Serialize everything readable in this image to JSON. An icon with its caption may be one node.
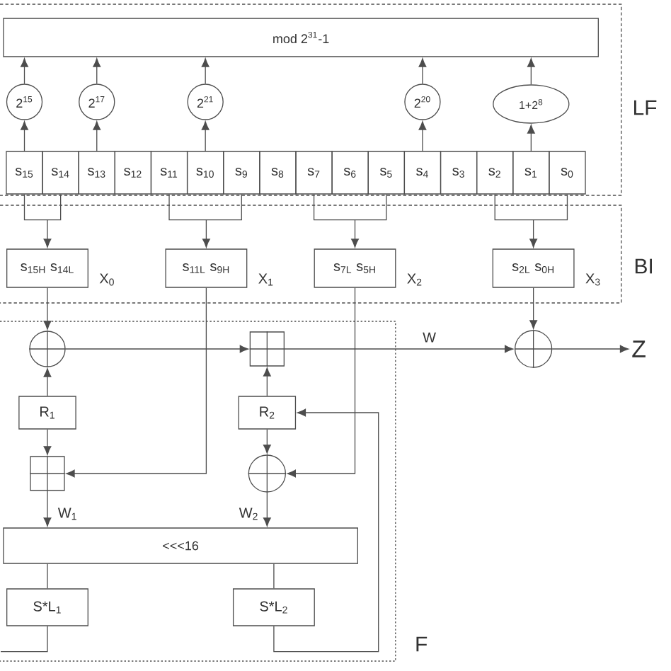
{
  "diagram": {
    "nodes": [
      {
        "text": [
          "LF"
        ]
      },
      {
        "text": [
          "mod 2$^{31}$-1"
        ],
        "in": 0
      },
      {
        "text": [
          "2$^{15}$"
        ],
        "in": 0
      },
      {
        "text": [
          "2$^{17}$"
        ],
        "in": 0
      },
      {
        "text": [
          "2$^{21}$"
        ],
        "in": 0
      },
      {
        "text": [
          "2$^{20}$"
        ],
        "in": 0
      },
      {
        "text": [
          "1+2$^{8}$"
        ],
        "in": 0
      },
      {
        "text": [
          "s$_{15}$"
        ],
        "in": 0
      },
      {
        "text": [
          "s$_{14}$"
        ],
        "in": 0
      },
      {
        "text": [
          "s$_{13}$"
        ],
        "in": 0
      },
      {
        "text": [
          "s$_{12}$"
        ],
        "in": 0
      },
      {
        "text": [
          "s$_{11}$"
        ],
        "in": 0
      },
      {
        "text": [
          "s$_{10}$"
        ],
        "in": 0
      },
      {
        "text": [
          "s$_{9}$"
        ],
        "in": 0
      },
      {
        "text": [
          "s$_{8}$"
        ],
        "in": 0
      },
      {
        "text": [
          "s$_{7}$"
        ],
        "in": 0
      },
      {
        "text": [
          "s$_{6}$"
        ],
        "in": 0
      },
      {
        "text": [
          "s$_{5}$"
        ],
        "in": 0
      },
      {
        "text": [
          "s$_{4}$"
        ],
        "in": 0
      },
      {
        "text": [
          "s$_{3}$"
        ],
        "in": 0
      },
      {
        "text": [
          "s$_{2}$"
        ],
        "in": 0
      },
      {
        "text": [
          "s$_{1}$"
        ],
        "in": 0
      },
      {
        "text": [
          "s$_{0}$"
        ],
        "in": 0
      },
      {
        "text": [
          "BI"
        ]
      },
      {
        "text": [
          "s$_{15H}$ s$_{14L}$"
        ],
        "in": 23,
        "beside": [
          "X$_{0}$"
        ]
      },
      {
        "text": [
          "s$_{11L}$ s$_{9H}$"
        ],
        "in": 23,
        "beside": [
          "X$_{1}$"
        ]
      },
      {
        "text": [
          "s$_{7L}$ s$_{5H}$"
        ],
        "in": 23,
        "beside": [
          "X$_{2}$"
        ]
      },
      {
        "text": [
          "s$_{2L}$ s$_{0H}$"
        ],
        "in": 23,
        "beside": [
          "X$_{3}$"
        ]
      },
      {
        "text": [
          "F"
        ]
      },
      {
        "text": [],
        "shape": "circle",
        "in": 28
      },
      {
        "text": [],
        "shape": "box",
        "in": 28
      },
      {
        "text": [],
        "shape": "circle"
      },
      {
        "text": [
          "Z"
        ]
      },
      {
        "text": [
          "R$_{1}$"
        ],
        "in": 28
      },
      {
        "text": [
          "R$_{2}$"
        ],
        "in": 28
      },
      {
        "text": [],
        "shape": "box",
        "in": 28
      },
      {
        "text": [],
        "shape": "circle",
        "in": 28
      },
      {
        "text": [
          "<<<16"
        ],
        "in": 28
      },
      {
        "text": [
          "S*L$_{1}$"
        ],
        "in": 28
      },
      {
        "text": [
          "S*L$_{2}$"
        ],
        "in": 28
      }
    ],
    "edges": [
      {
        "from": 7,
        "to": 2,
        "arrow": "to"
      },
      {
        "from": 2,
        "to": 1,
        "arrow": "to"
      },
      {
        "from": 9,
        "to": 3,
        "arrow": "to"
      },
      {
        "from": 3,
        "to": 1,
        "arrow": "to"
      },
      {
        "from": 12,
        "to": 4,
        "arrow": "to"
      },
      {
        "from": 4,
        "to": 1,
        "arrow": "to"
      },
      {
        "from": 18,
        "to": 5,
        "arrow": "to"
      },
      {
        "from": 5,
        "to": 1,
        "arrow": "to"
      },
      {
        "from": 21,
        "to": 6,
        "arrow": "to"
      },
      {
        "from": 6,
        "to": 1,
        "arrow": "to"
      },
      {
        "from": 7,
        "to": 24,
        "arrow": "to"
      },
      {
        "from": 8,
        "to": 24,
        "arrow": "to"
      },
      {
        "from": 11,
        "to": 25,
        "arrow": "to"
      },
      {
        "from": 13,
        "to": 25,
        "arrow": "to"
      },
      {
        "from": 15,
        "to": 26,
        "arrow": "to"
      },
      {
        "from": 17,
        "to": 26,
        "arrow": "to"
      },
      {
        "from": 20,
        "to": 27,
        "arrow": "to"
      },
      {
        "from": 22,
        "to": 27,
        "arrow": "to"
      },
      {
        "from": 24,
        "to": 29,
        "arrow": "to"
      },
      {
        "from": 33,
        "to": 29,
        "arrow": "to"
      },
      {
        "from": 29,
        "to": 30,
        "arrow": "to"
      },
      {
        "from": 30,
        "to": 31,
        "arrow": "to",
        "label": "W"
      },
      {
        "from": 27,
        "to": 31,
        "arrow": "to"
      },
      {
        "from": 31,
        "to": 32,
        "arrow": "to"
      },
      {
        "from": 34,
        "to": 30,
        "arrow": "to"
      },
      {
        "from": 33,
        "to": 35,
        "arrow": "to"
      },
      {
        "from": 25,
        "to": 35,
        "arrow": "to"
      },
      {
        "from": 34,
        "to": 36,
        "arrow": "to"
      },
      {
        "from": 26,
        "to": 36,
        "arrow": "to"
      },
      {
        "from": 35,
        "to": 37,
        "arrow": "to",
        "label": "W$_{1}$"
      },
      {
        "from": 36,
        "to": 37,
        "arrow": "to",
        "label": "W$_{2}$"
      },
      {
        "from": 37,
        "to": 38,
        "arrow": "none"
      },
      {
        "from": 37,
        "to": 39,
        "arrow": "none"
      },
      {
        "from": 38,
        "to": null,
        "arrow": "none"
      },
      {
        "from": 39,
        "to": 34,
        "arrow": "to"
      }
    ]
  }
}
